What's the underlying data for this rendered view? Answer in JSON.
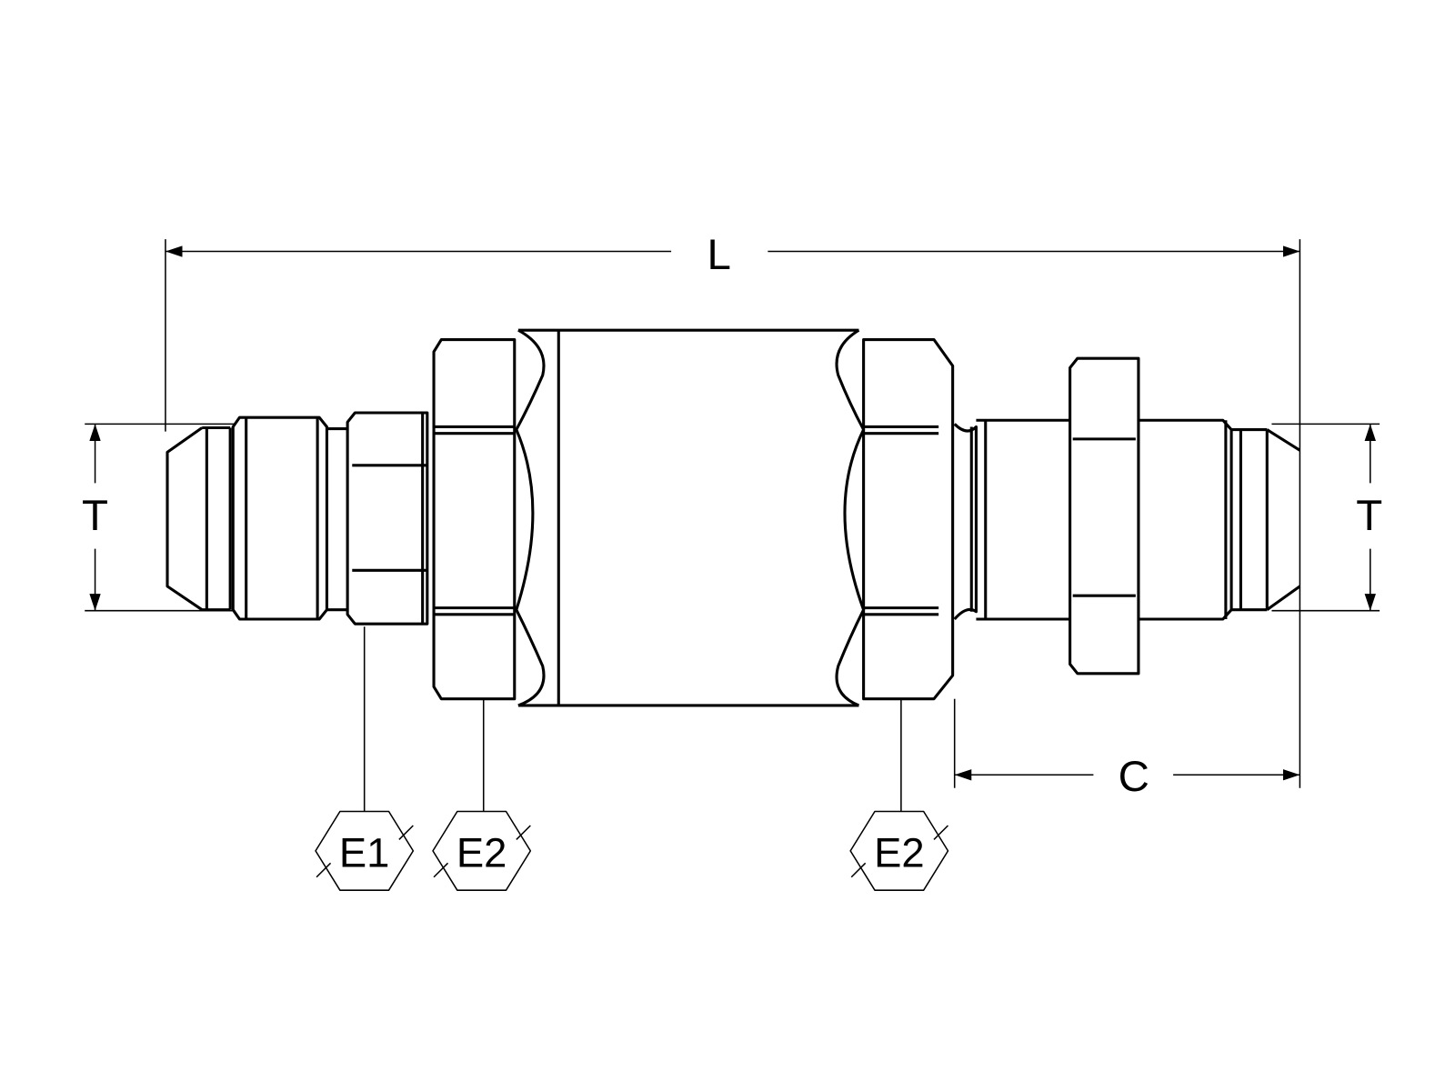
{
  "diagram": {
    "dimensions": {
      "overall_length": "L",
      "tube_left": "T",
      "tube_right": "T",
      "bulkhead_length": "C"
    },
    "hex_callouts": [
      "E1",
      "E2",
      "E2"
    ],
    "colors": {
      "line": "#000000",
      "background": "#ffffff"
    }
  }
}
